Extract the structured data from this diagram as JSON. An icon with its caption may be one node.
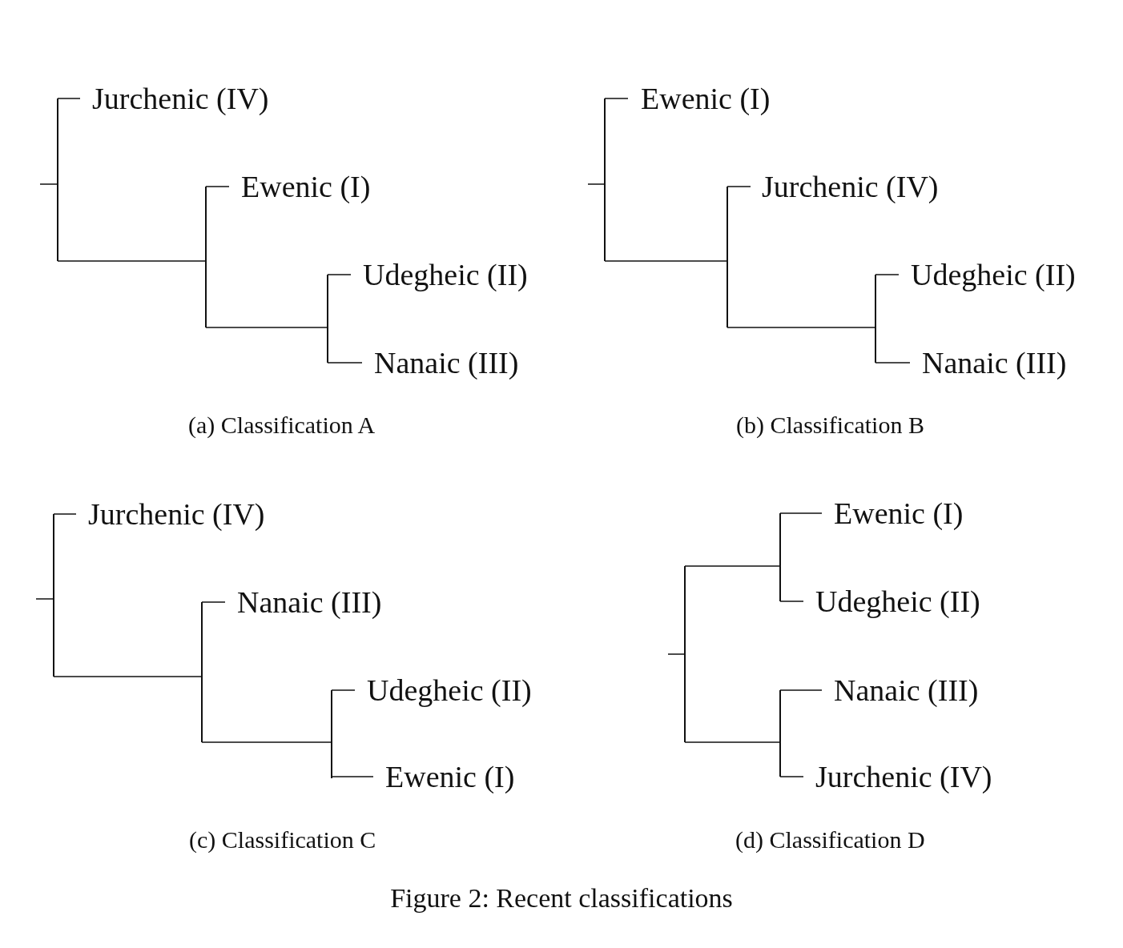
{
  "diagram": {
    "caption": "Figure 2: Recent classifications",
    "nodes": [
      {
        "text": [],
        "shape": "bar"
      },
      {
        "text": [
          "Jurchenic (IV)"
        ]
      },
      {
        "text": [],
        "shape": "bar"
      },
      {
        "text": [
          "Ewenic (I)"
        ]
      },
      {
        "text": [],
        "shape": "bar"
      },
      {
        "text": [
          "Udegheic (II)"
        ]
      },
      {
        "text": [
          "Nanaic (III)"
        ]
      },
      {
        "text": [],
        "shape": "bar"
      },
      {
        "text": [
          "Ewenic (I)"
        ]
      },
      {
        "text": [],
        "shape": "bar"
      },
      {
        "text": [
          "Jurchenic (IV)"
        ]
      },
      {
        "text": [],
        "shape": "bar"
      },
      {
        "text": [
          "Udegheic (II)"
        ]
      },
      {
        "text": [
          "Nanaic (III)"
        ]
      },
      {
        "text": [],
        "shape": "bar"
      },
      {
        "text": [
          "Jurchenic (IV)"
        ]
      },
      {
        "text": [],
        "shape": "bar"
      },
      {
        "text": [
          "Nanaic (III)"
        ]
      },
      {
        "text": [],
        "shape": "bar"
      },
      {
        "text": [
          "Udegheic (II)"
        ]
      },
      {
        "text": [
          "Ewenic (I)"
        ]
      },
      {
        "text": [],
        "shape": "bar"
      },
      {
        "text": [],
        "shape": "bar"
      },
      {
        "text": [
          "Ewenic (I)"
        ]
      },
      {
        "text": [
          "Udegheic (II)"
        ]
      },
      {
        "text": [],
        "shape": "bar"
      },
      {
        "text": [
          "Nanaic (III)"
        ]
      },
      {
        "text": [
          "Jurchenic (IV)"
        ]
      }
    ],
    "edges": [
      {
        "from": null,
        "to": 0,
        "arrow": "none"
      },
      {
        "from": 0,
        "to": 1,
        "arrow": "none"
      },
      {
        "from": 0,
        "to": 2,
        "arrow": "none"
      },
      {
        "from": 2,
        "to": 3,
        "arrow": "none"
      },
      {
        "from": 2,
        "to": 4,
        "arrow": "none"
      },
      {
        "from": 4,
        "to": 5,
        "arrow": "none"
      },
      {
        "from": 4,
        "to": 6,
        "arrow": "none"
      },
      {
        "from": null,
        "to": 7,
        "arrow": "none"
      },
      {
        "from": 7,
        "to": 8,
        "arrow": "none"
      },
      {
        "from": 7,
        "to": 9,
        "arrow": "none"
      },
      {
        "from": 9,
        "to": 10,
        "arrow": "none"
      },
      {
        "from": 9,
        "to": 11,
        "arrow": "none"
      },
      {
        "from": 11,
        "to": 12,
        "arrow": "none"
      },
      {
        "from": 11,
        "to": 13,
        "arrow": "none"
      },
      {
        "from": null,
        "to": 14,
        "arrow": "none"
      },
      {
        "from": 14,
        "to": 15,
        "arrow": "none"
      },
      {
        "from": 14,
        "to": 16,
        "arrow": "none"
      },
      {
        "from": 16,
        "to": 17,
        "arrow": "none"
      },
      {
        "from": 16,
        "to": 18,
        "arrow": "none"
      },
      {
        "from": 18,
        "to": 19,
        "arrow": "none"
      },
      {
        "from": 18,
        "to": 20,
        "arrow": "none"
      },
      {
        "from": null,
        "to": 21,
        "arrow": "none"
      },
      {
        "from": 21,
        "to": 22,
        "arrow": "none"
      },
      {
        "from": 21,
        "to": 25,
        "arrow": "none"
      },
      {
        "from": 22,
        "to": 23,
        "arrow": "none"
      },
      {
        "from": 22,
        "to": 24,
        "arrow": "none"
      },
      {
        "from": 25,
        "to": 26,
        "arrow": "none"
      },
      {
        "from": 25,
        "to": 27,
        "arrow": "none"
      }
    ],
    "labels": [
      "(a) Classification A",
      "(b) Classification B",
      "(c) Classification C",
      "(d) Classification D"
    ]
  }
}
